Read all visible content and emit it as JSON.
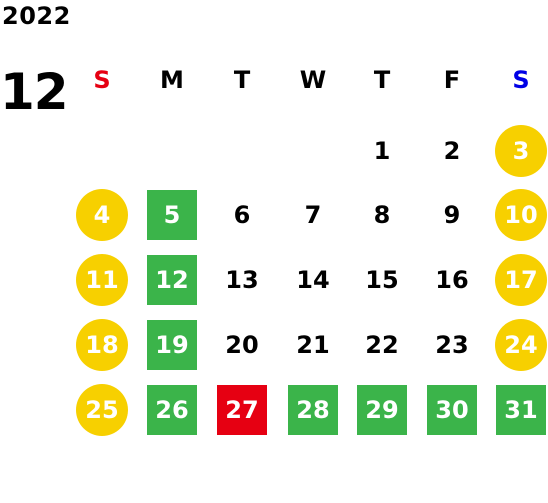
{
  "calendar": {
    "year": "2022",
    "month": "12",
    "weekdays": [
      {
        "label": "S",
        "color": "#e60012"
      },
      {
        "label": "M",
        "color": "#000000"
      },
      {
        "label": "T",
        "color": "#000000"
      },
      {
        "label": "W",
        "color": "#000000"
      },
      {
        "label": "T",
        "color": "#000000"
      },
      {
        "label": "F",
        "color": "#000000"
      },
      {
        "label": "S",
        "color": "#0000e6"
      }
    ],
    "colors": {
      "weekend_circle": "#f7d000",
      "green": "#3bb44a",
      "red": "#e60012"
    },
    "weeks": [
      [
        null,
        null,
        null,
        null,
        {
          "day": "1",
          "style": "plain"
        },
        {
          "day": "2",
          "style": "plain"
        },
        {
          "day": "3",
          "style": "circle"
        }
      ],
      [
        {
          "day": "4",
          "style": "circle"
        },
        {
          "day": "5",
          "style": "green"
        },
        {
          "day": "6",
          "style": "plain"
        },
        {
          "day": "7",
          "style": "plain"
        },
        {
          "day": "8",
          "style": "plain"
        },
        {
          "day": "9",
          "style": "plain"
        },
        {
          "day": "10",
          "style": "circle"
        }
      ],
      [
        {
          "day": "11",
          "style": "circle"
        },
        {
          "day": "12",
          "style": "green"
        },
        {
          "day": "13",
          "style": "plain"
        },
        {
          "day": "14",
          "style": "plain"
        },
        {
          "day": "15",
          "style": "plain"
        },
        {
          "day": "16",
          "style": "plain"
        },
        {
          "day": "17",
          "style": "circle"
        }
      ],
      [
        {
          "day": "18",
          "style": "circle"
        },
        {
          "day": "19",
          "style": "green"
        },
        {
          "day": "20",
          "style": "plain"
        },
        {
          "day": "21",
          "style": "plain"
        },
        {
          "day": "22",
          "style": "plain"
        },
        {
          "day": "23",
          "style": "plain"
        },
        {
          "day": "24",
          "style": "circle"
        }
      ],
      [
        {
          "day": "25",
          "style": "circle"
        },
        {
          "day": "26",
          "style": "green"
        },
        {
          "day": "27",
          "style": "red"
        },
        {
          "day": "28",
          "style": "green"
        },
        {
          "day": "29",
          "style": "green"
        },
        {
          "day": "30",
          "style": "green"
        },
        {
          "day": "31",
          "style": "green"
        }
      ]
    ]
  }
}
